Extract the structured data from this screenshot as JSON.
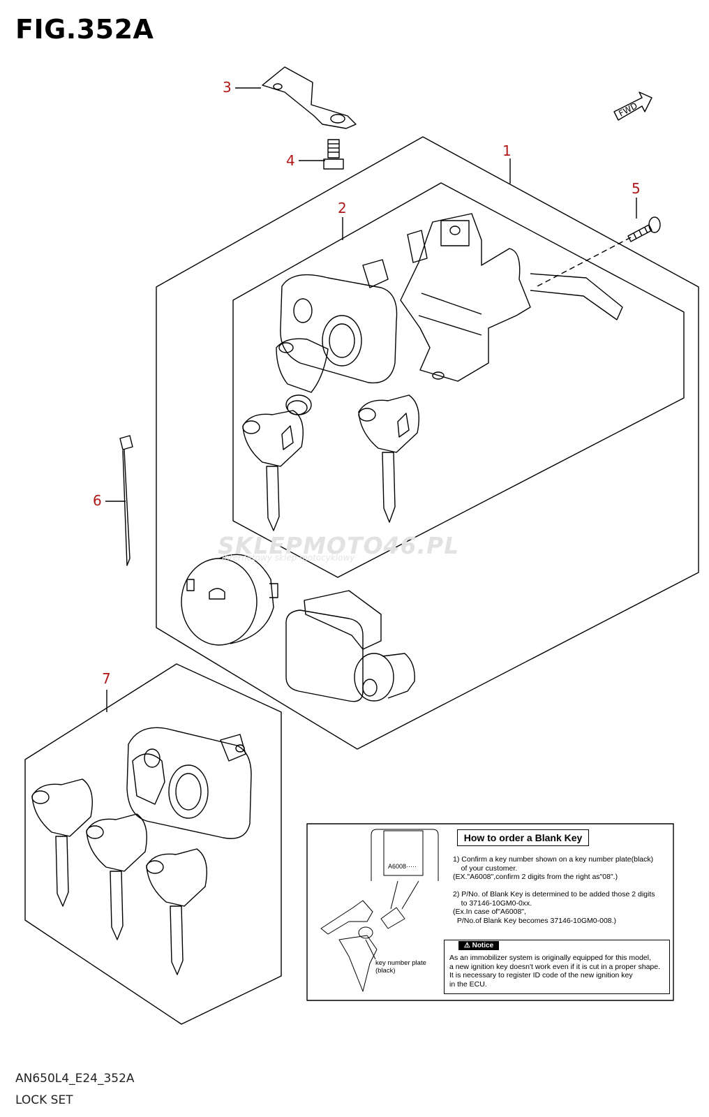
{
  "figure": {
    "title": "FIG.352A"
  },
  "direction_marker": {
    "label": "FWD"
  },
  "callouts": [
    {
      "number": "1"
    },
    {
      "number": "2"
    },
    {
      "number": "3"
    },
    {
      "number": "4"
    },
    {
      "number": "5"
    },
    {
      "number": "6"
    },
    {
      "number": "7"
    }
  ],
  "watermark": {
    "text": "SKLEPMOTO46.PL",
    "subtext": "internetowy sklep motocyklowy"
  },
  "blank_key_info": {
    "heading": "How to order a Blank Key",
    "plate_code": "A6008·····",
    "plate_caption": "key number plate\n(black)",
    "step1": "1) Confirm a key number shown on a key number plate(black)\n    of your customer.\n(EX.\"A6008\",confirm 2 digits from the right as\"08\".)",
    "step2": "2) P/No. of Blank Key is determined to be added those 2 digits\n    to 37146-10GM0-0xx.\n(Ex.In case of\"A6008\",\n  P/No.of Blank Key becomes 37146-10GM0-008.)",
    "notice_title": "Notice",
    "notice_text": "As an immobilizer system is originally equipped for this model,\na new ignition key doesn't work even if it is cut in a proper shape.\nIt is necessary to register ID code of the new ignition key\nin the ECU."
  },
  "footer": {
    "model_code": "AN650L4_E24_352A",
    "section_name": "LOCK SET"
  }
}
